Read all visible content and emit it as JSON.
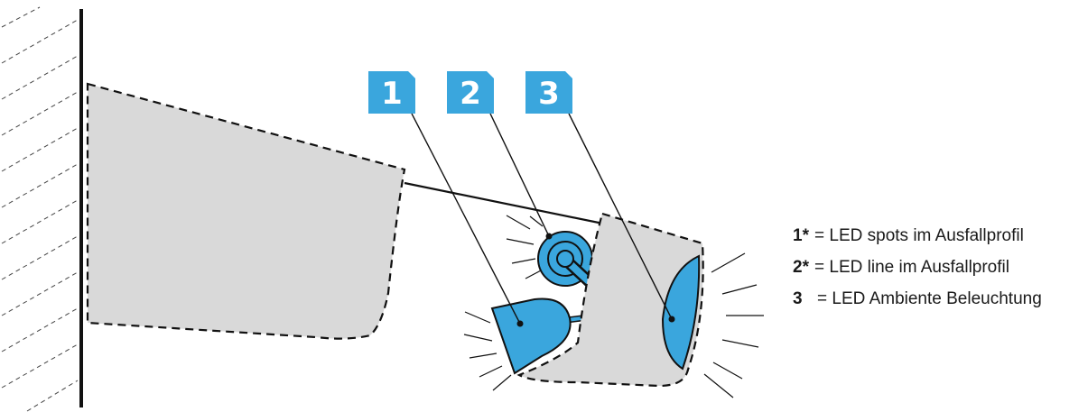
{
  "colors": {
    "accent": "#3aa6dd",
    "body_fill": "#d9d9d9",
    "stroke": "#111111",
    "badge_text": "#ffffff"
  },
  "badges": [
    {
      "number": "1"
    },
    {
      "number": "2"
    },
    {
      "number": "3"
    }
  ],
  "legend": [
    {
      "key": "1*",
      "separator": "=",
      "text": "LED spots im Ausfallprofil"
    },
    {
      "key": "2*",
      "separator": "=",
      "text": "LED line im Ausfallprofil"
    },
    {
      "key": "3",
      "separator": "=",
      "text": "LED Ambiente Beleuchtung"
    }
  ]
}
